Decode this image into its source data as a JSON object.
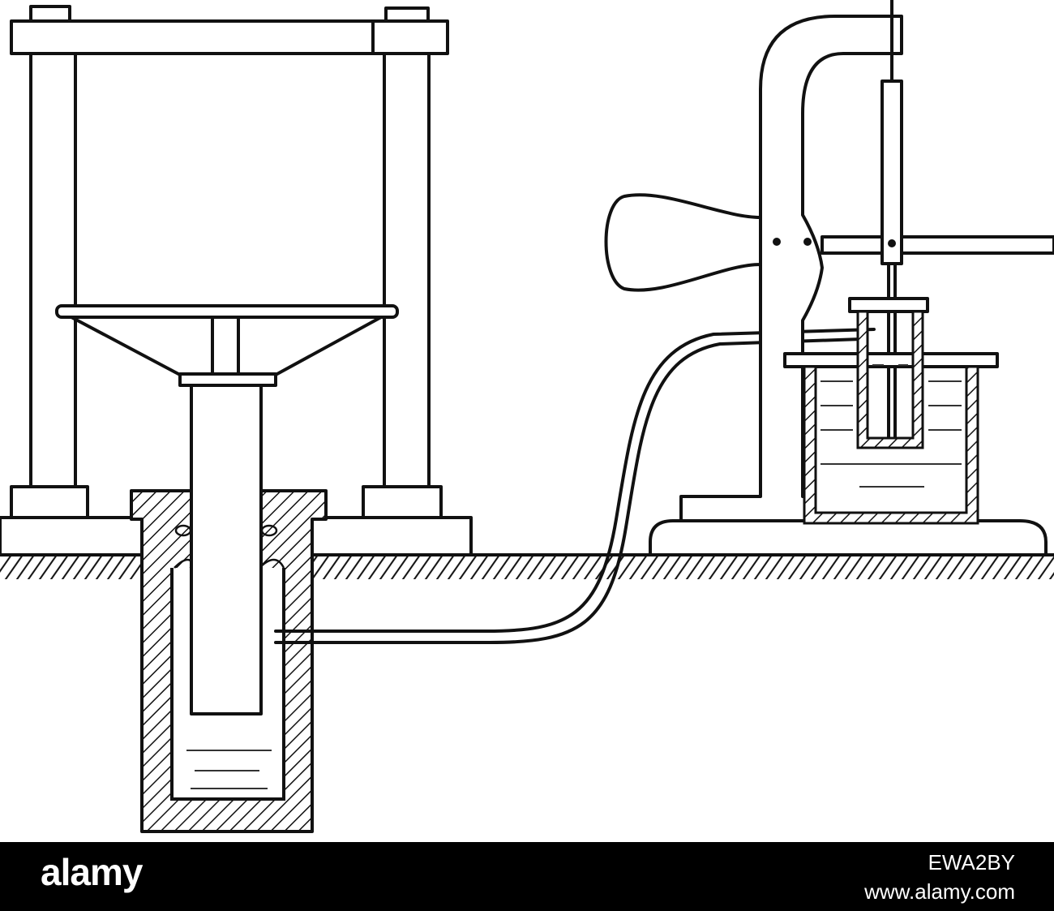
{
  "banner": {
    "brand": "alamy",
    "image_id": "EWA2BY",
    "url": "www.alamy.com",
    "background": "#000000",
    "text_color": "#ffffff"
  },
  "diagram": {
    "style": "vintage engraving line art",
    "ink_color": "#111111"
  }
}
